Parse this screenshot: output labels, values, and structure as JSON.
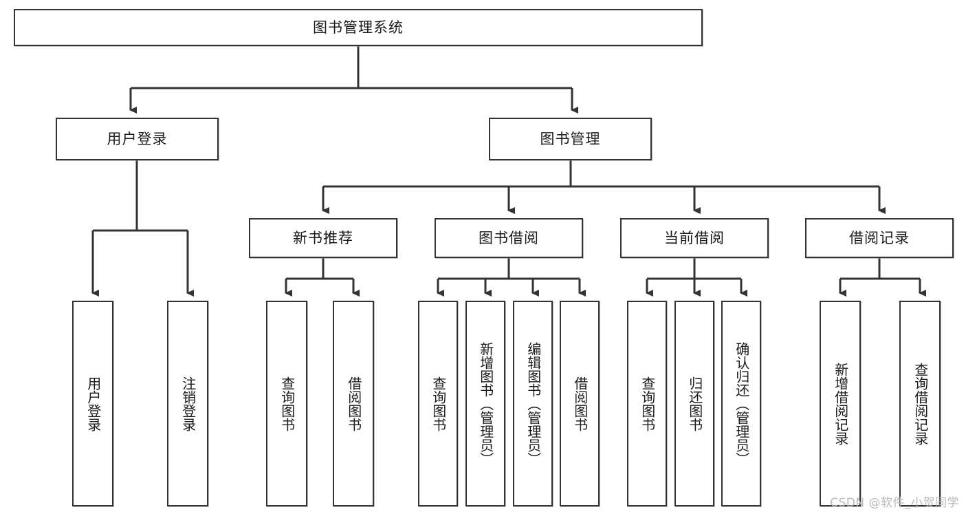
{
  "diagram": {
    "title": "图书管理系统",
    "watermark": "CSDN @软件_小贺同学",
    "theme": {
      "background": "#ffffff",
      "box_fill": "#ffffff",
      "box_stroke": "#333333",
      "line": "#333333",
      "text": "#1b1b1b",
      "watermark_color": "#b9b9b9"
    },
    "levels": {
      "root": {
        "label": "图书管理系统"
      },
      "level2": [
        {
          "id": "user-login",
          "label": "用户登录"
        },
        {
          "id": "book-manage",
          "label": "图书管理"
        }
      ],
      "level3": [
        {
          "id": "new-book-recommend",
          "label": "新书推荐",
          "parent": "book-manage"
        },
        {
          "id": "book-borrow",
          "label": "图书借阅",
          "parent": "book-manage"
        },
        {
          "id": "current-borrow",
          "label": "当前借阅",
          "parent": "book-manage"
        },
        {
          "id": "borrow-record",
          "label": "借阅记录",
          "parent": "book-manage"
        }
      ],
      "leaves": [
        {
          "id": "leaf-user-login",
          "label": "用户登录",
          "parent": "user-login"
        },
        {
          "id": "leaf-user-logout",
          "label": "注销登录",
          "parent": "user-login"
        },
        {
          "id": "leaf-rec-query",
          "label": "查询图书",
          "parent": "new-book-recommend"
        },
        {
          "id": "leaf-rec-borrow",
          "label": "借阅图书",
          "parent": "new-book-recommend"
        },
        {
          "id": "leaf-borrow-query",
          "label": "查询图书",
          "parent": "book-borrow"
        },
        {
          "id": "leaf-borrow-add",
          "label": "新增图书（管理员）",
          "parent": "book-borrow"
        },
        {
          "id": "leaf-borrow-edit",
          "label": "编辑图书（管理员）",
          "parent": "book-borrow"
        },
        {
          "id": "leaf-borrow-lend",
          "label": "借阅图书",
          "parent": "book-borrow"
        },
        {
          "id": "leaf-current-query",
          "label": "查询图书",
          "parent": "current-borrow"
        },
        {
          "id": "leaf-current-return",
          "label": "归还图书",
          "parent": "current-borrow"
        },
        {
          "id": "leaf-current-confirm",
          "label": "确认归还（管理员）",
          "parent": "current-borrow"
        },
        {
          "id": "leaf-record-add",
          "label": "新增借阅记录",
          "parent": "borrow-record"
        },
        {
          "id": "leaf-record-query",
          "label": "查询借阅记录",
          "parent": "borrow-record"
        }
      ]
    }
  }
}
